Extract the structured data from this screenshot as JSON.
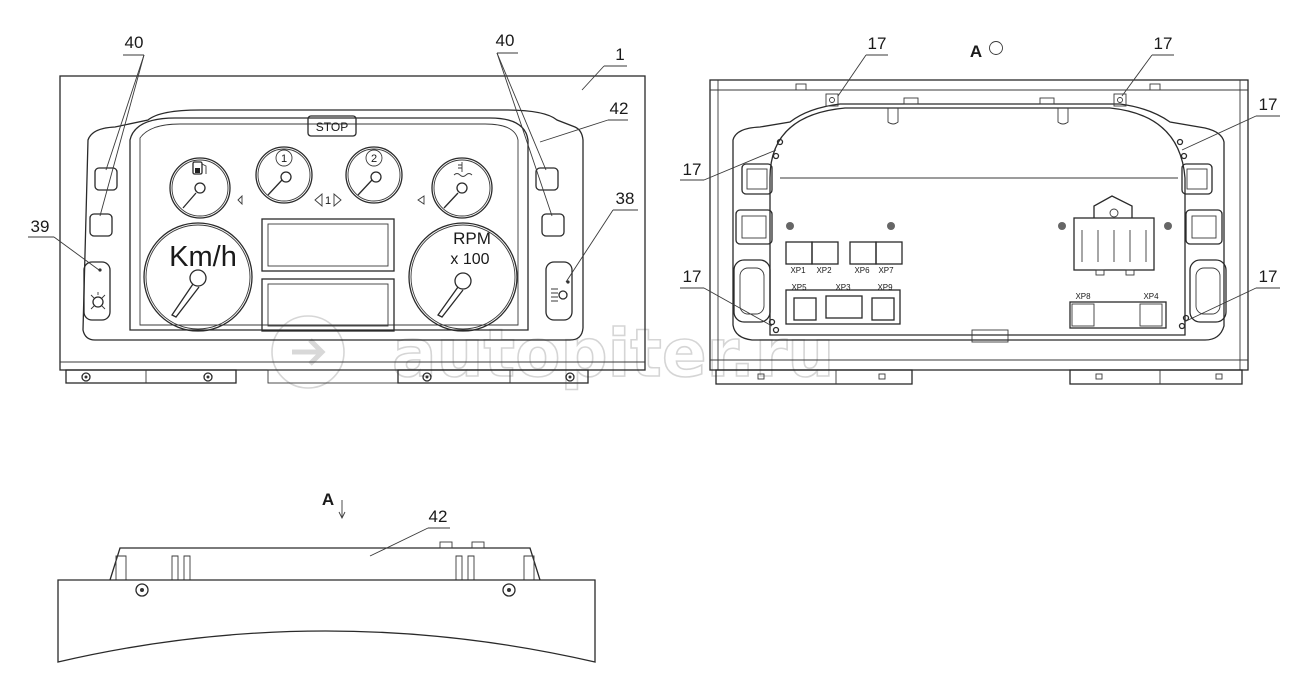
{
  "front_view": {
    "callouts": [
      "40",
      "40",
      "1",
      "42",
      "38",
      "39"
    ],
    "stop_label": "STOP",
    "speedometer_label": "Km/h",
    "tacho_label_1": "RPM",
    "tacho_label_2": "x 100",
    "gauge_1_label": "1",
    "gauge_2_label": "2",
    "center_indicator": "1"
  },
  "rear_view": {
    "view_letter": "A",
    "callouts": [
      "17",
      "17",
      "17",
      "17",
      "17",
      "17"
    ],
    "connectors": [
      "XP1",
      "XP2",
      "XP6",
      "XP7",
      "XP5",
      "XP3",
      "XP9",
      "XP8",
      "XP4"
    ]
  },
  "top_view": {
    "view_letter": "A",
    "callout": "42"
  },
  "watermark": "autopiter.ru"
}
